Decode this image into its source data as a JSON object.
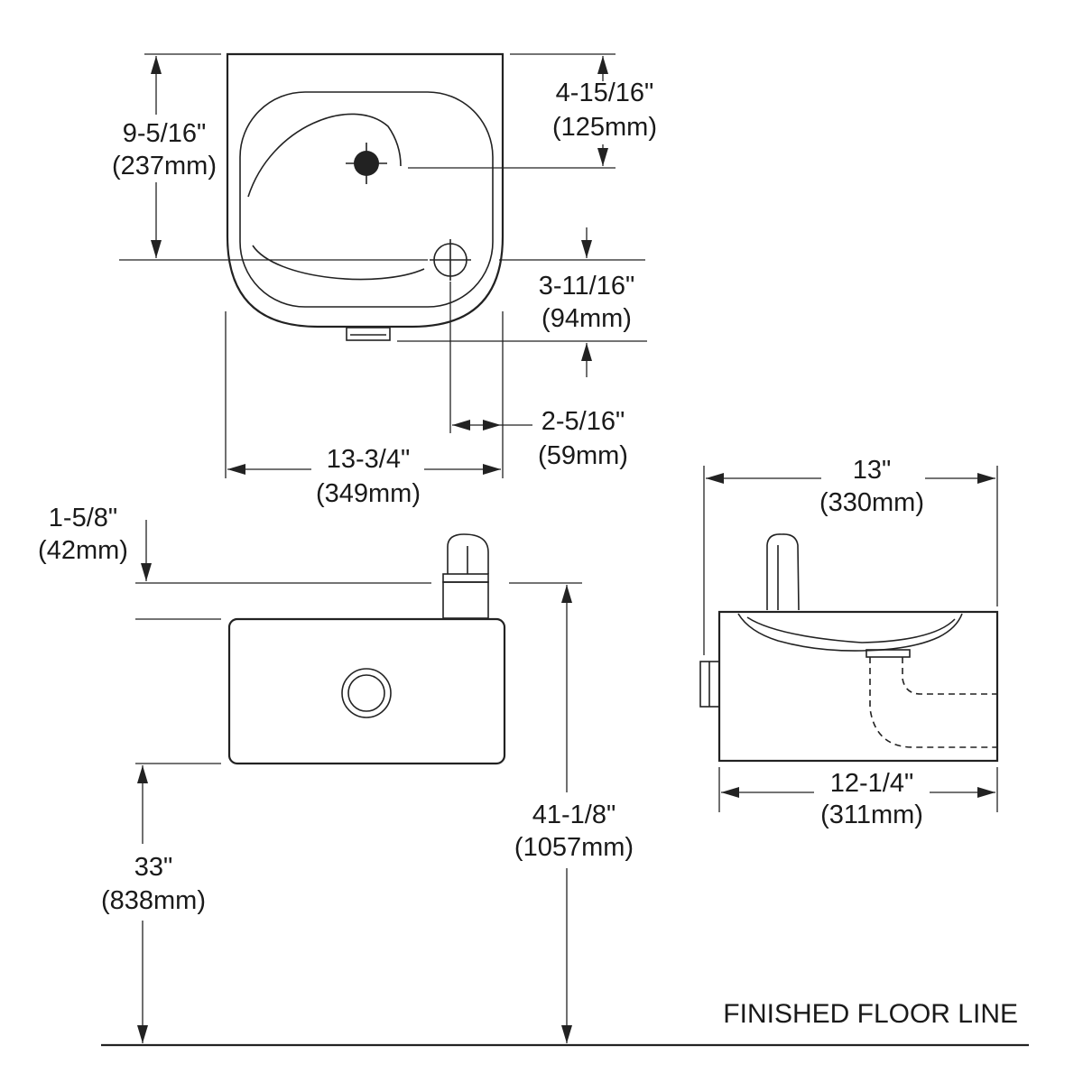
{
  "dimensions": {
    "top_height": {
      "imperial": "9-5/16\"",
      "metric": "(237mm)"
    },
    "bubbler_offset": {
      "imperial": "4-15/16\"",
      "metric": "(125mm)"
    },
    "drain_offset": {
      "imperial": "3-11/16\"",
      "metric": "(94mm)"
    },
    "drain_side": {
      "imperial": "2-5/16\"",
      "metric": "(59mm)"
    },
    "top_width": {
      "imperial": "13-3/4\"",
      "metric": "(349mm)"
    },
    "bubbler_height": {
      "imperial": "1-5/8\"",
      "metric": "(42mm)"
    },
    "overall_height": {
      "imperial": "41-1/8\"",
      "metric": "(1057mm)"
    },
    "rim_height": {
      "imperial": "33\"",
      "metric": "(838mm)"
    },
    "side_depth": {
      "imperial": "13\"",
      "metric": "(330mm)"
    },
    "side_body_depth": {
      "imperial": "12-1/4\"",
      "metric": "(311mm)"
    }
  },
  "floor_label": "FINISHED FLOOR LINE"
}
